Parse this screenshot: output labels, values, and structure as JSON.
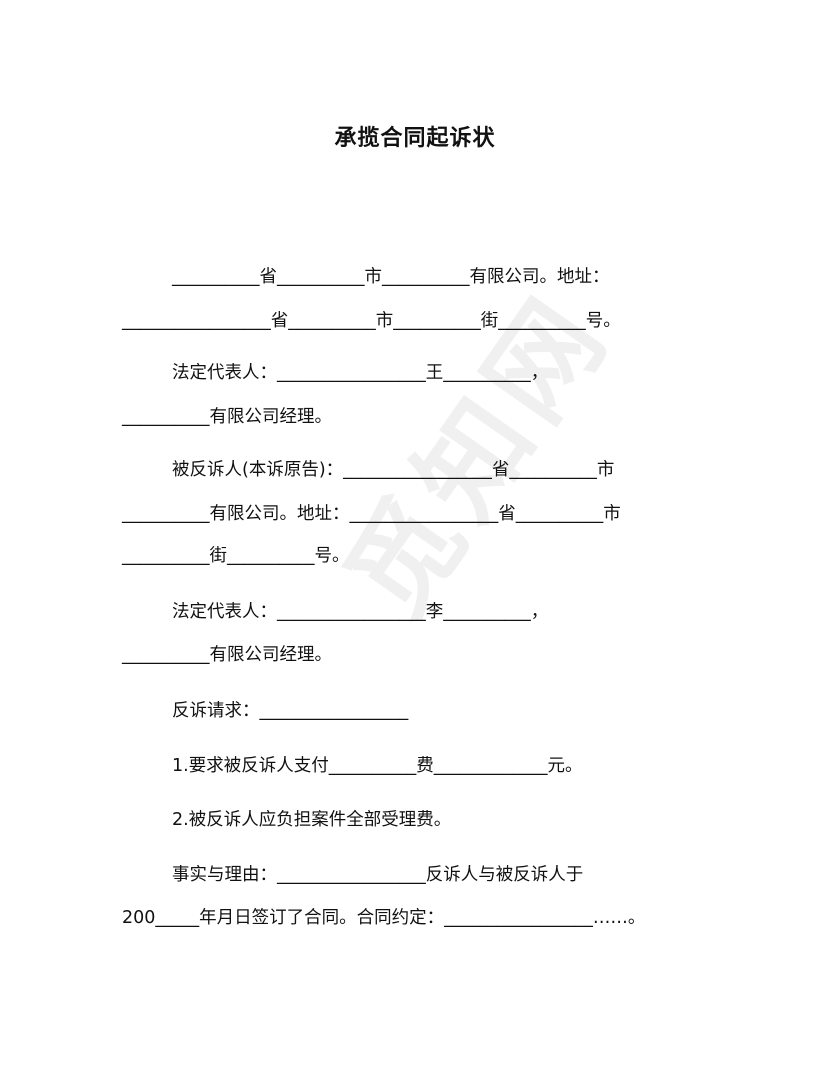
{
  "document": {
    "title": "承揽合同起诉状",
    "watermark": "觅知网",
    "lines": [
      "__________省__________市__________有限公司。地址：",
      "_________________省__________市__________街__________号。",
      "法定代表人：_________________王__________，",
      "__________有限公司经理。",
      "被反诉人(本诉原告)：_________________省__________市",
      "__________有限公司。地址：_________________省__________市",
      "__________街__________号。",
      "法定代表人：_________________李__________，",
      "__________有限公司经理。",
      "反诉请求：_________________",
      "1.要求被反诉人支付__________费_____________元。",
      "2.被反诉人应负担案件全部受理费。",
      "事实与理由：_________________反诉人与被反诉人于",
      "200_____年月日签订了合同。合同约定：_________________……。"
    ]
  }
}
